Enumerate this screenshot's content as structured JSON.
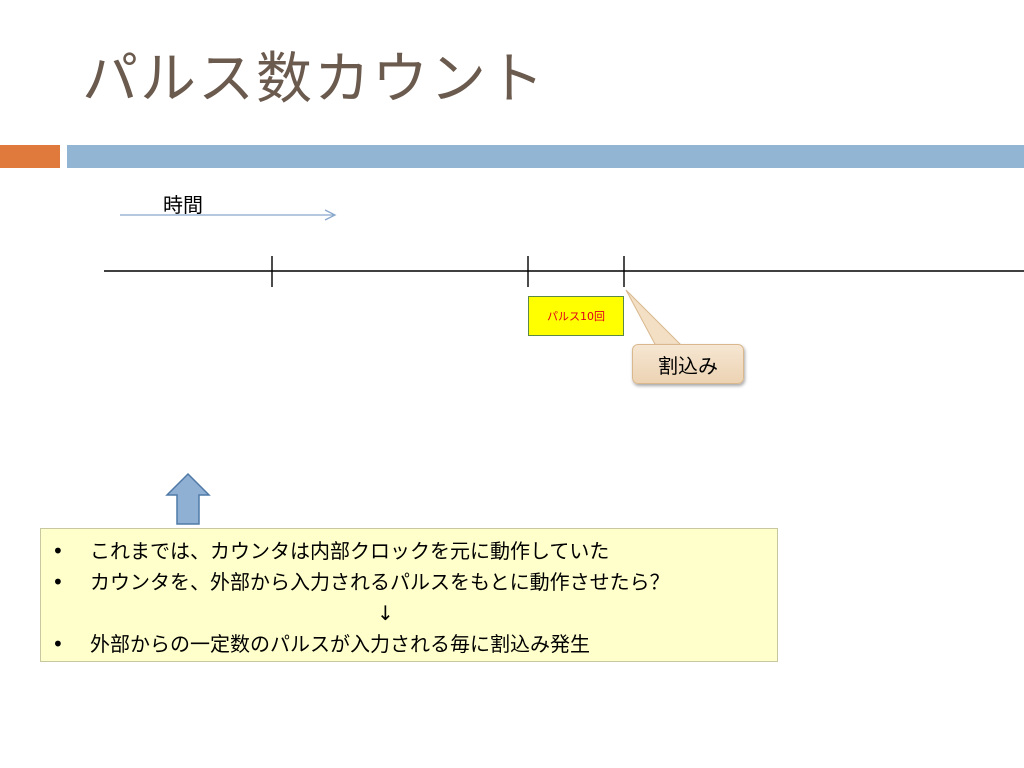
{
  "slide": {
    "title": "パルス数カウント"
  },
  "colors": {
    "title": "#6b5a4e",
    "accent_bar": "#e07a3c",
    "main_bar": "#93b5d4",
    "timeline": "#000000",
    "time_arrow": "#8aa8cc",
    "pulse_box_fill": "#ffff00",
    "pulse_box_border": "#5c8a46",
    "pulse_text": "#e0001b",
    "callout_fill": "#f3dfc4",
    "up_arrow_fill": "#8fb0d3",
    "up_arrow_stroke": "#4f7aa8",
    "note_fill": "#ffffcc"
  },
  "diagram": {
    "time_label": "時間",
    "pulse_label": "パルス10回",
    "callout_label": "割込み"
  },
  "notes": {
    "bullet_symbol": "•",
    "items": [
      "これまでは、カウンタは内部クロックを元に動作していた",
      "カウンタを、外部から入力されるパルスをもとに動作させたら？",
      "↓",
      "外部からの一定数のパルスが入力される毎に割込み発生"
    ]
  }
}
